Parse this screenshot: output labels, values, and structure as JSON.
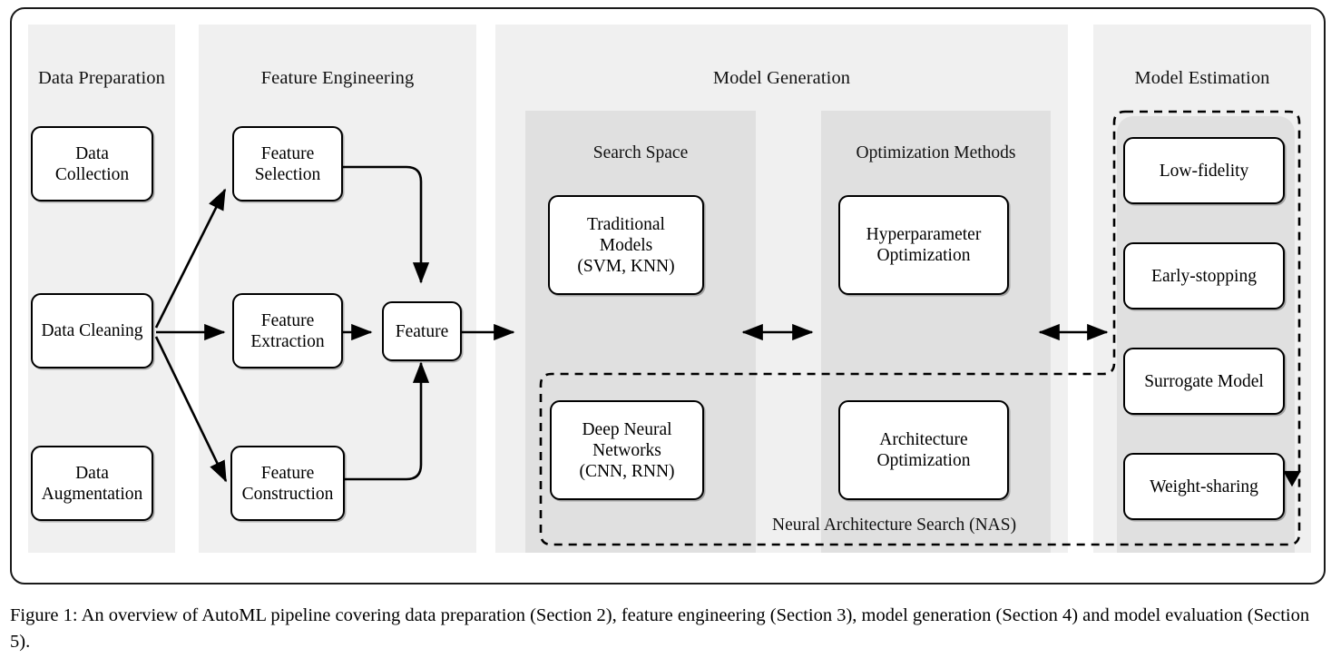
{
  "figure": {
    "caption": "Figure 1: An overview of AutoML pipeline covering data preparation (Section 2), feature engineering (Section 3), model generation (Section 4) and model evaluation (Section 5).",
    "frame_border_color": "#1a1a1a",
    "stage_panel_color": "#f0f0f0",
    "sub_panel_color": "#e0e0e0",
    "node_fill": "#ffffff",
    "node_border": "#000000"
  },
  "stages": [
    {
      "id": "data-preparation",
      "title": "Data Preparation"
    },
    {
      "id": "feature-engineering",
      "title": "Feature Engineering"
    },
    {
      "id": "model-generation",
      "title": "Model Generation"
    },
    {
      "id": "model-estimation",
      "title": "Model Estimation"
    }
  ],
  "sub_panels": [
    {
      "id": "search-space",
      "title": "Search Space"
    },
    {
      "id": "optimization-methods",
      "title": "Optimization Methods"
    }
  ],
  "nodes": {
    "data_collection": "Data\nCollection",
    "data_cleaning": "Data Cleaning",
    "data_augmentation": "Data\nAugmentation",
    "feature_selection": "Feature\nSelection",
    "feature_extraction": "Feature\nExtraction",
    "feature_construction": "Feature\nConstruction",
    "feature": "Feature",
    "traditional_models": "Traditional\nModels\n(SVM, KNN)",
    "deep_neural_networks": "Deep Neural\nNetworks\n(CNN, RNN)",
    "hyperparameter_optimization": "Hyperparameter\nOptimization",
    "architecture_optimization": "Architecture\nOptimization",
    "low_fidelity": "Low-fidelity",
    "early_stopping": "Early-stopping",
    "surrogate_model": "Surrogate Model",
    "weight_sharing": "Weight-sharing"
  },
  "regions": {
    "nas_label": "Neural Architecture Search (NAS)"
  }
}
